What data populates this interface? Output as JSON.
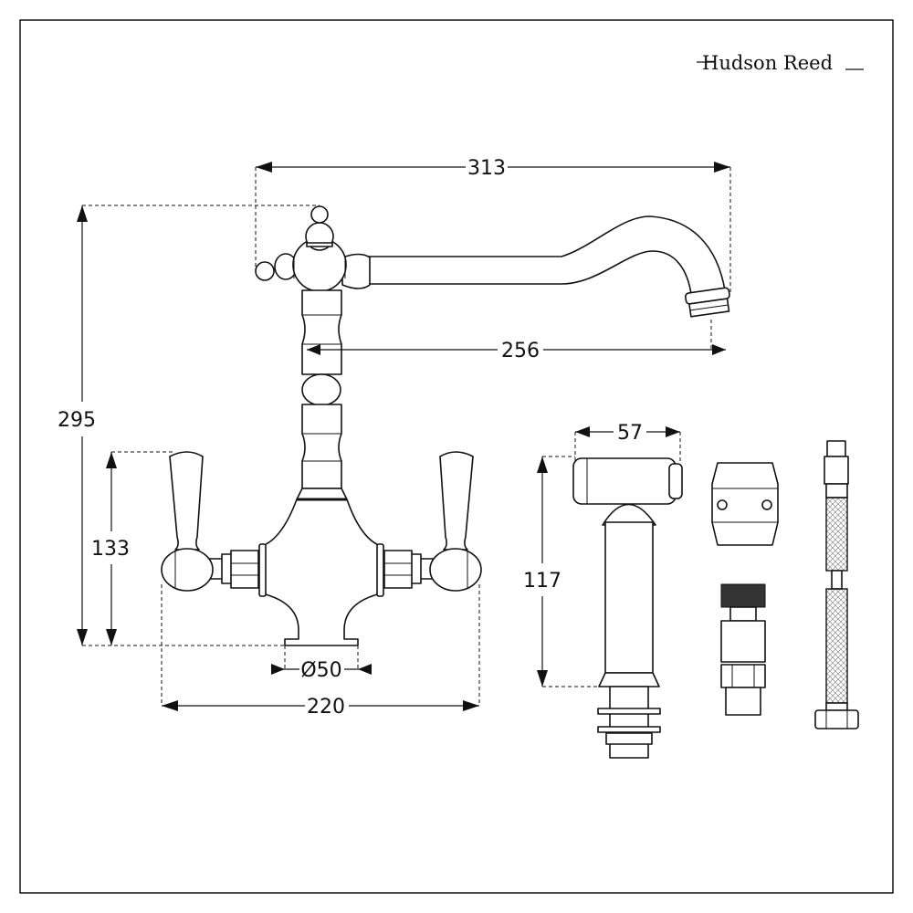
{
  "brand": {
    "name": "Hudson Reed"
  },
  "dimensions": {
    "spout_overall_reach": "313",
    "spout_reach_from_center": "256",
    "overall_height": "295",
    "handle_height": "133",
    "base_diameter": "Ø50",
    "overall_width": "220",
    "spray_head_width": "57",
    "spray_height": "117"
  },
  "components": [
    "kitchen-mixer-tap",
    "hand-spray",
    "hose-clamp",
    "connector",
    "flexible-hose"
  ],
  "colors": {
    "line": "#111111",
    "background": "#ffffff"
  }
}
